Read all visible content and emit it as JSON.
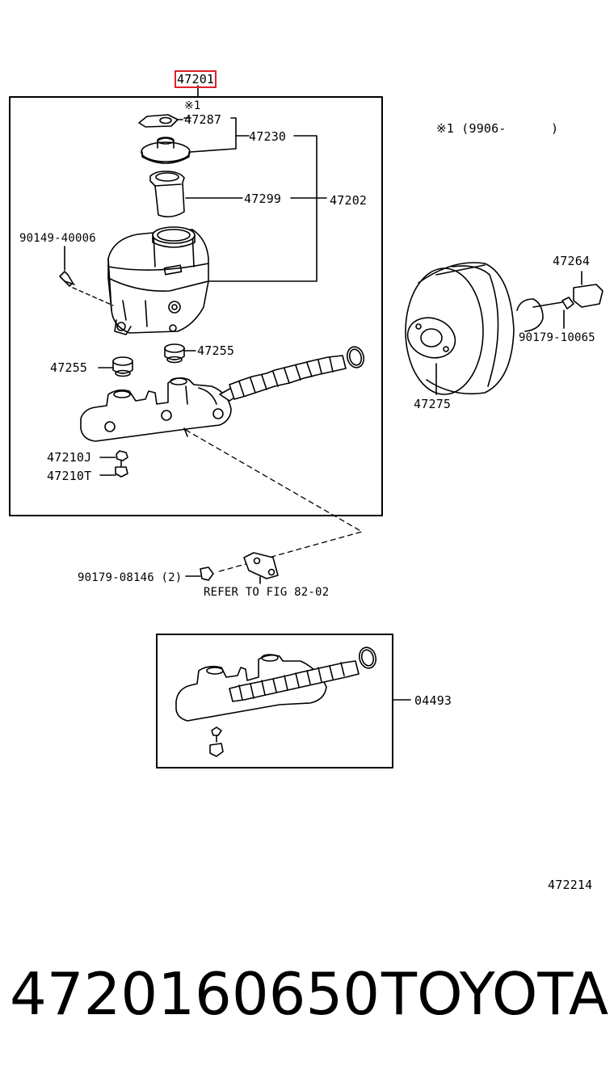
{
  "labels": {
    "main_assembly": "47201",
    "note_mark_top": "※1",
    "note_range": "※1 (9906-      )",
    "reservoir_cap_plate": "47287",
    "reservoir_cap": "47230",
    "strainer": "47299",
    "reservoir_set": "47202",
    "screw": "90149-40006",
    "grommet_left": "47255",
    "grommet_right": "47255",
    "plug_j": "47210J",
    "plug_t": "47210T",
    "clevis": "47264",
    "nut": "90179-10065",
    "gasket": "47275",
    "union_nut": "90179-08146 (2)",
    "refer_note": "REFER TO FIG 82-02",
    "cylinder_kit": "04493",
    "figure_id": "472214"
  },
  "caption": {
    "part_number": "4720160650",
    "brand": "TOYOTA"
  }
}
